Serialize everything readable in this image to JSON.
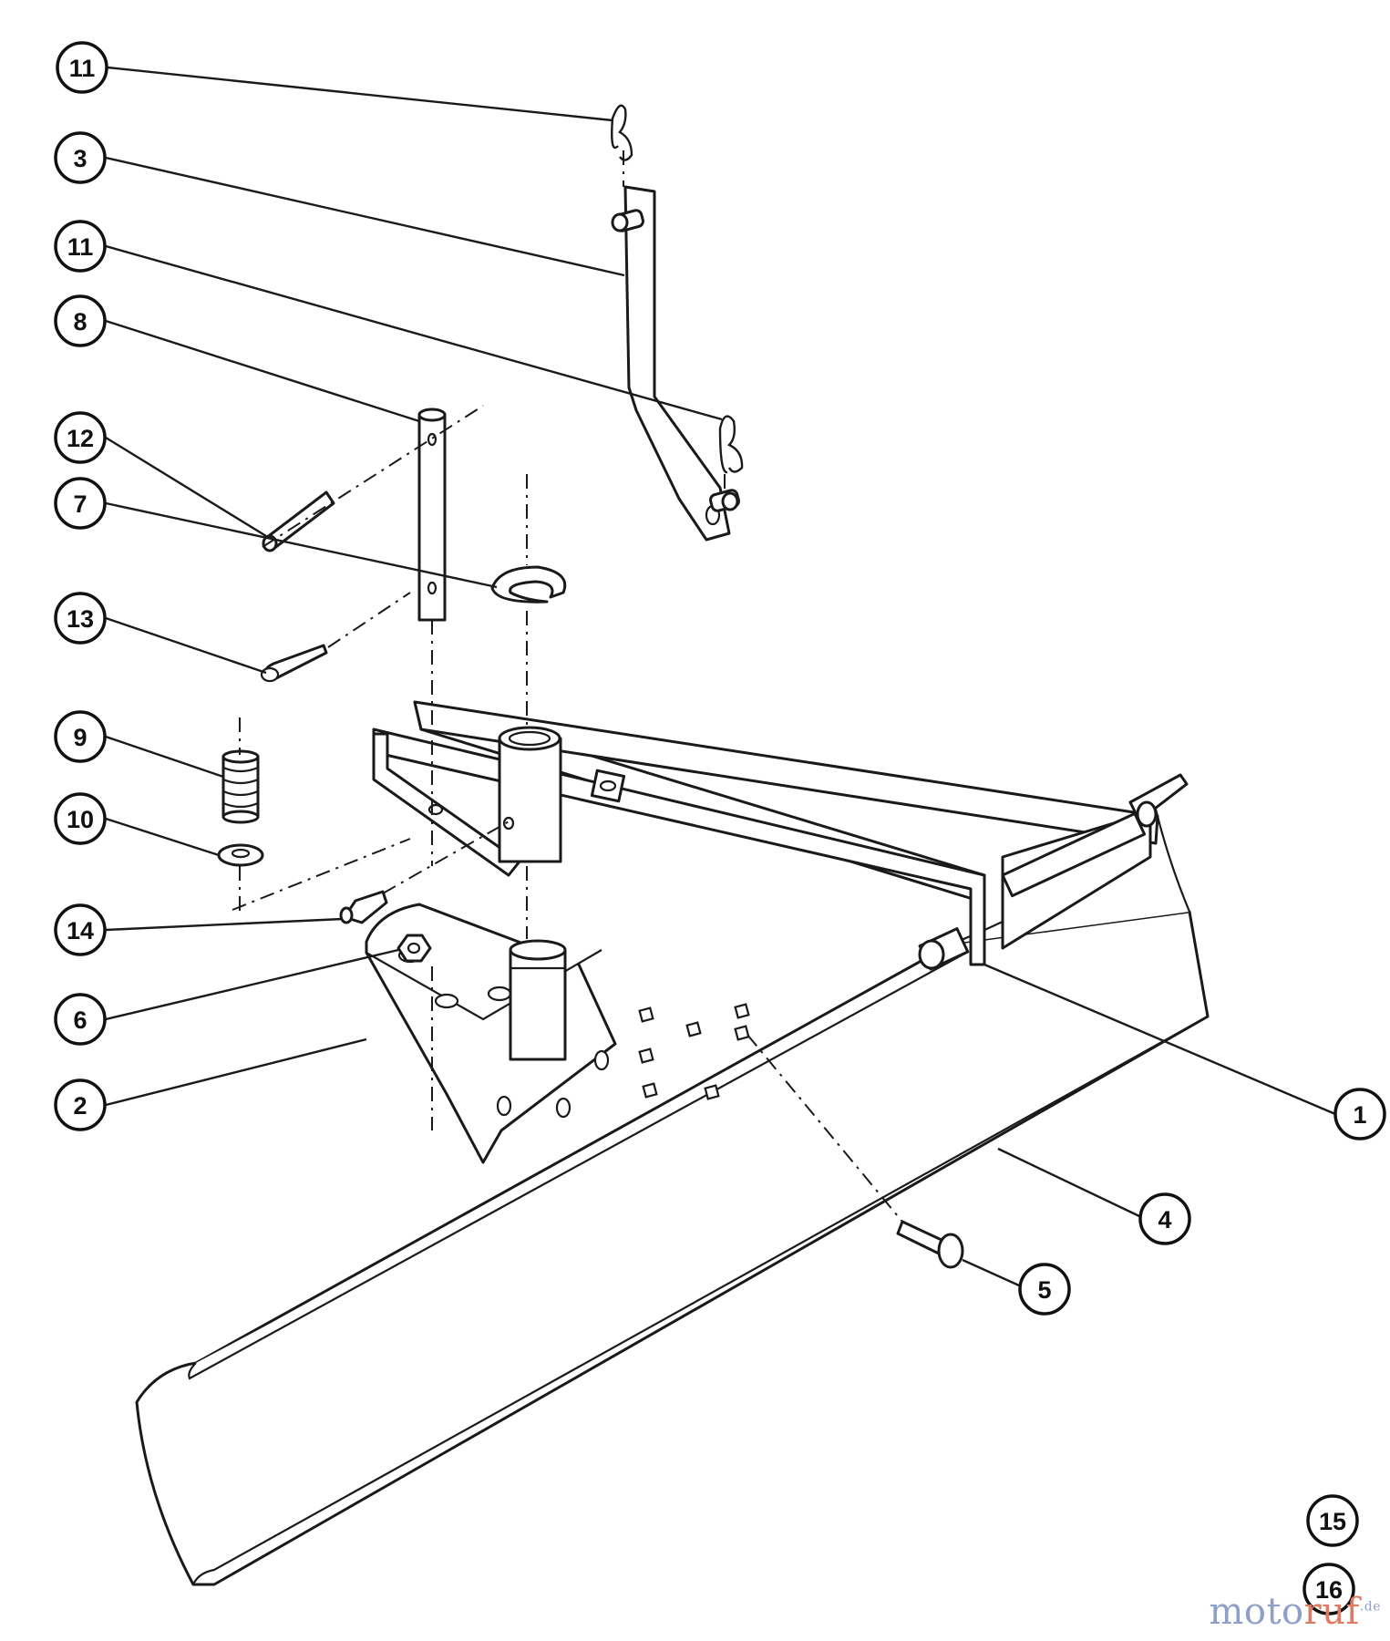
{
  "callouts": [
    {
      "id": "c11a",
      "label": "11"
    },
    {
      "id": "c3",
      "label": "3"
    },
    {
      "id": "c11b",
      "label": "11"
    },
    {
      "id": "c8",
      "label": "8"
    },
    {
      "id": "c12",
      "label": "12"
    },
    {
      "id": "c7",
      "label": "7"
    },
    {
      "id": "c13",
      "label": "13"
    },
    {
      "id": "c9",
      "label": "9"
    },
    {
      "id": "c10",
      "label": "10"
    },
    {
      "id": "c14",
      "label": "14"
    },
    {
      "id": "c6",
      "label": "6"
    },
    {
      "id": "c2",
      "label": "2"
    },
    {
      "id": "c1",
      "label": "1"
    },
    {
      "id": "c4",
      "label": "4"
    },
    {
      "id": "c5",
      "label": "5"
    },
    {
      "id": "c15",
      "label": "15"
    },
    {
      "id": "c16",
      "label": "16"
    }
  ],
  "watermark": {
    "text_a": "moto",
    "text_b": "ruf",
    "suffix": ".de",
    "colors": {
      "primary": "#8ea0c8",
      "accent": "#e07a62"
    }
  }
}
